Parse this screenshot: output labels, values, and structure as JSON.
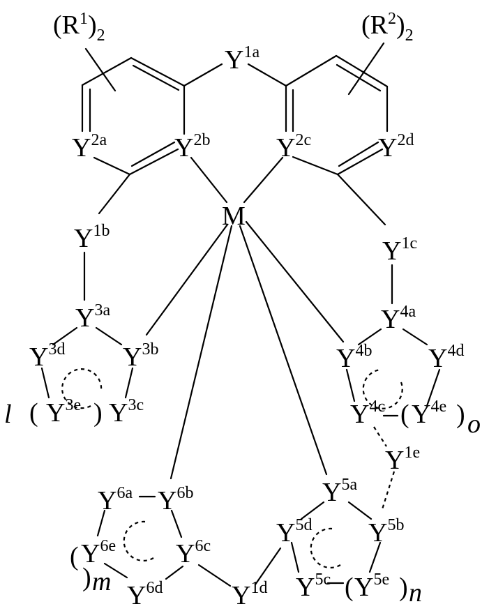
{
  "labels": {
    "R1": {
      "base": "(R",
      "sup": "1",
      "close": ")",
      "sub": "2"
    },
    "R2": {
      "base": "(R",
      "sup": "2",
      "close": ")",
      "sub": "2"
    },
    "Y1a": {
      "base": "Y",
      "sup": "1a"
    },
    "Y2a": {
      "base": "Y",
      "sup": "2a"
    },
    "Y2b": {
      "base": "Y",
      "sup": "2b"
    },
    "Y2c": {
      "base": "Y",
      "sup": "2c"
    },
    "Y2d": {
      "base": "Y",
      "sup": "2d"
    },
    "M": "M",
    "Y1b": {
      "base": "Y",
      "sup": "1b"
    },
    "Y1c": {
      "base": "Y",
      "sup": "1c"
    },
    "Y3a": {
      "base": "Y",
      "sup": "3a"
    },
    "Y3b": {
      "base": "Y",
      "sup": "3b"
    },
    "Y3c": {
      "base": "Y",
      "sup": "3c"
    },
    "Y3d": {
      "base": "Y",
      "sup": "3d"
    },
    "Y3e": {
      "base": "Y",
      "sup": "3e"
    },
    "Y4a": {
      "base": "Y",
      "sup": "4a"
    },
    "Y4b": {
      "base": "Y",
      "sup": "4b"
    },
    "Y4c": {
      "base": "Y",
      "sup": "4c"
    },
    "Y4d": {
      "base": "Y",
      "sup": "4d"
    },
    "Y4e": {
      "base": "Y",
      "sup": "4e"
    },
    "Y1e": {
      "base": "Y",
      "sup": "1e"
    },
    "Y5a": {
      "base": "Y",
      "sup": "5a"
    },
    "Y5b": {
      "base": "Y",
      "sup": "5b"
    },
    "Y5c": {
      "base": "Y",
      "sup": "5c"
    },
    "Y5d": {
      "base": "Y",
      "sup": "5d"
    },
    "Y5e": {
      "base": "Y",
      "sup": "5e"
    },
    "Y6a": {
      "base": "Y",
      "sup": "6a"
    },
    "Y6b": {
      "base": "Y",
      "sup": "6b"
    },
    "Y6c": {
      "base": "Y",
      "sup": "6c"
    },
    "Y6d": {
      "base": "Y",
      "sup": "6d"
    },
    "Y6e": {
      "base": "Y",
      "sup": "6e"
    },
    "Y1d": {
      "base": "Y",
      "sup": "1d"
    },
    "sub_l": "l",
    "sub_m": "m",
    "sub_n": "n",
    "sub_o": "o",
    "paren_open": "(",
    "paren_close": ")"
  }
}
